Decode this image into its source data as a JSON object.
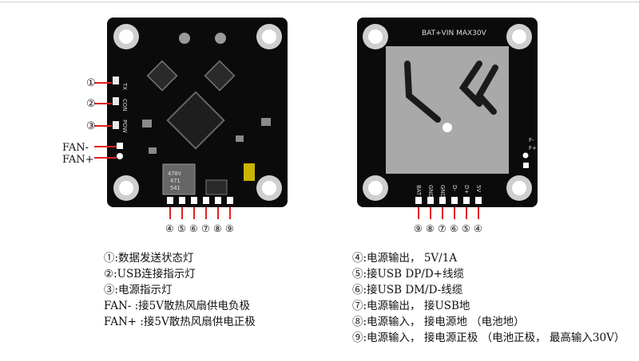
{
  "front": {
    "side_labels": [
      "①",
      "②",
      "③"
    ],
    "fan_labels": [
      "FAN-",
      "FAN+"
    ],
    "silk_vertical": [
      "TX",
      "CON",
      "POW"
    ],
    "bottom_markers": [
      "④",
      "⑤",
      "⑥",
      "⑦",
      "⑧",
      "⑨"
    ],
    "inductor_text": [
      "470V",
      "471",
      "541"
    ]
  },
  "back": {
    "silk_top": "BAT+VIN  MAX30V",
    "pin_labels": [
      "BAT",
      "GND",
      "GND",
      "D-",
      "D+",
      "5V"
    ],
    "bottom_markers": [
      "⑨",
      "⑧",
      "⑦",
      "⑥",
      "⑤",
      "④"
    ],
    "side_silk": [
      "F-",
      "F+"
    ]
  },
  "legend_left": [
    "①:数据发送状态灯",
    "②:USB连接指示灯",
    "③:电源指示灯",
    "FAN-  :接5V散热风扇供电负极",
    "FAN+  :接5V散热风扇供电正极"
  ],
  "legend_right": [
    "④:电源输出， 5V/1A",
    "⑤:接USB  DP/D+线缆",
    "⑥:接USB  DM/D-线缆",
    "⑦:电源输出， 接USB地",
    "⑧:电源输入， 接电源地 （电池地）",
    "⑨:电源输入， 接电源正极 （电池正极， 最高输入30V）"
  ]
}
